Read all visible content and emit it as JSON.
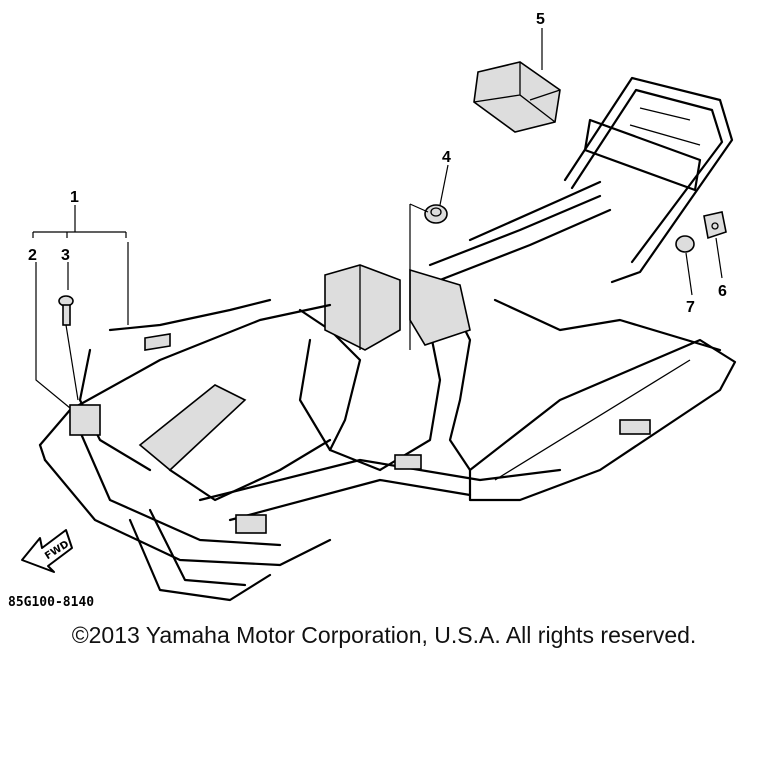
{
  "callouts": {
    "c1": "1",
    "c2": "2",
    "c3": "3",
    "c4": "4",
    "c5": "5",
    "c6": "6",
    "c7": "7"
  },
  "direction_arrow": {
    "label": "FWD",
    "icon": "forward-arrow-icon"
  },
  "diagram_code": "85G100-8140",
  "copyright": "©2013 Yamaha Motor Corporation, U.S.A. All rights reserved."
}
